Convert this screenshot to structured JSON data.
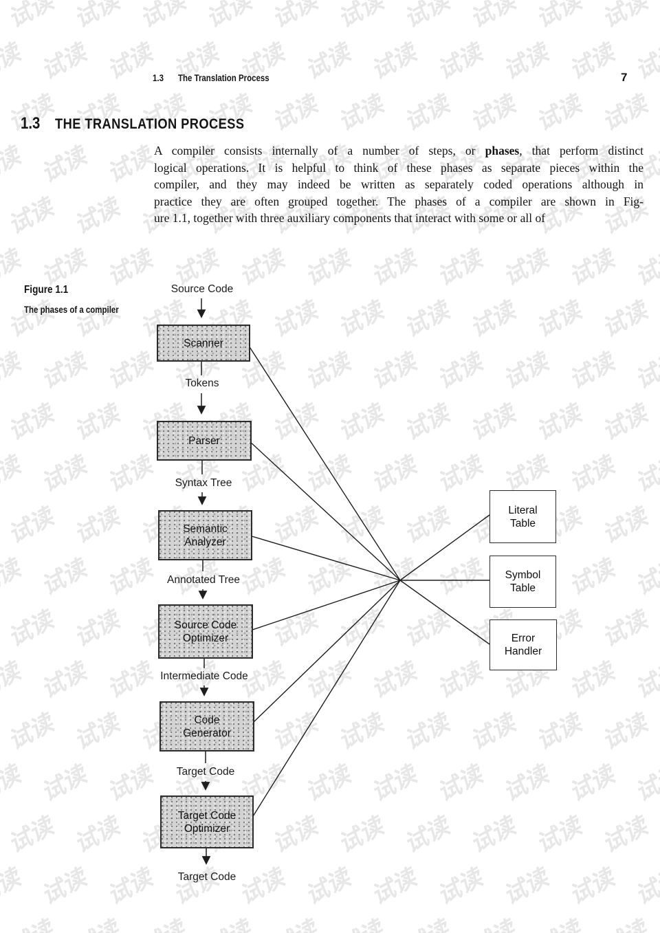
{
  "header": {
    "section": "1.3",
    "title": "The Translation Process",
    "page_number": "7"
  },
  "heading": {
    "number": "1.3",
    "title": "THE TRANSLATION PROCESS"
  },
  "paragraph": {
    "lines": [
      [
        {
          "t": "A compiler consists internally of a number of steps, or ",
          "b": false
        },
        {
          "t": "phases",
          "b": true
        },
        {
          "t": ", that perform distinct",
          "b": false
        }
      ],
      [
        {
          "t": "logical operations. It is helpful to think of these phases as separate pieces within the",
          "b": false
        }
      ],
      [
        {
          "t": "compiler, and they may indeed be written as separately coded operations although in",
          "b": false
        }
      ],
      [
        {
          "t": "practice they are often grouped together. The phases of a compiler are shown in Fig-",
          "b": false
        }
      ],
      [
        {
          "t": "ure 1.1, together with three auxiliary components that interact with some or all of",
          "b": false
        }
      ]
    ]
  },
  "figure": {
    "label": "Figure 1.1",
    "caption": "The phases of a compiler",
    "flow": [
      {
        "type": "io",
        "text": "Source Code"
      },
      {
        "type": "phase",
        "text": "Scanner"
      },
      {
        "type": "io",
        "text": "Tokens"
      },
      {
        "type": "phase",
        "text": "Parser"
      },
      {
        "type": "io",
        "text": "Syntax Tree"
      },
      {
        "type": "phase",
        "text": "Semantic Analyzer"
      },
      {
        "type": "io",
        "text": "Annotated Tree"
      },
      {
        "type": "phase",
        "text": "Source Code Optimizer"
      },
      {
        "type": "io",
        "text": "Intermediate Code"
      },
      {
        "type": "phase",
        "text": "Code Generator"
      },
      {
        "type": "io",
        "text": "Target Code"
      },
      {
        "type": "phase",
        "text": "Target Code Optimizer"
      },
      {
        "type": "io",
        "text": "Target Code"
      }
    ],
    "auxiliary": [
      "Literal Table",
      "Symbol Table",
      "Error Handler"
    ]
  },
  "watermark": {
    "text": "试读",
    "color": "#e7e7e7"
  },
  "colors": {
    "ink": "#1e1e1e",
    "phase_box_fill": "#d3d3d3",
    "page_bg": "#ffffff"
  }
}
